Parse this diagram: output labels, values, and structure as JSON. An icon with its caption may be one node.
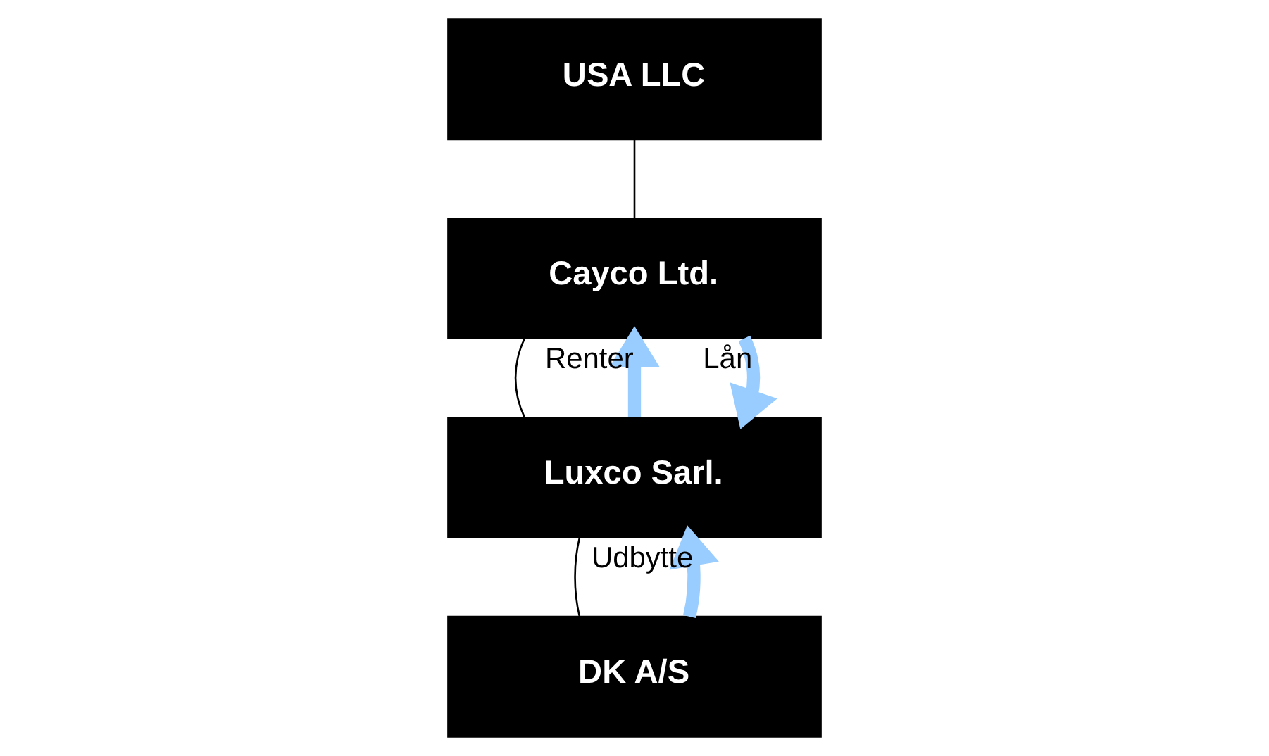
{
  "diagram": {
    "nodes": [
      {
        "text": [
          "USA LLC"
        ]
      },
      {
        "text": [
          "Cayco Ltd."
        ]
      },
      {
        "text": [
          "Luxco Sarl."
        ]
      },
      {
        "text": [
          "DK A/S"
        ]
      }
    ],
    "edges": [
      {
        "from": 0,
        "to": 1,
        "arrow": "none"
      },
      {
        "from": 1,
        "to": 2,
        "arrow": "none"
      },
      {
        "from": 2,
        "to": 3,
        "arrow": "none"
      },
      {
        "from": 2,
        "to": 1,
        "arrow": "to",
        "label": "Renter",
        "style": "thick",
        "color": "#99ccff"
      },
      {
        "from": 1,
        "to": 2,
        "arrow": "to",
        "label": "Lån",
        "style": "thick",
        "color": "#99ccff"
      },
      {
        "from": 3,
        "to": 2,
        "arrow": "to",
        "label": "Udbytte",
        "style": "thick",
        "color": "#99ccff"
      }
    ]
  }
}
